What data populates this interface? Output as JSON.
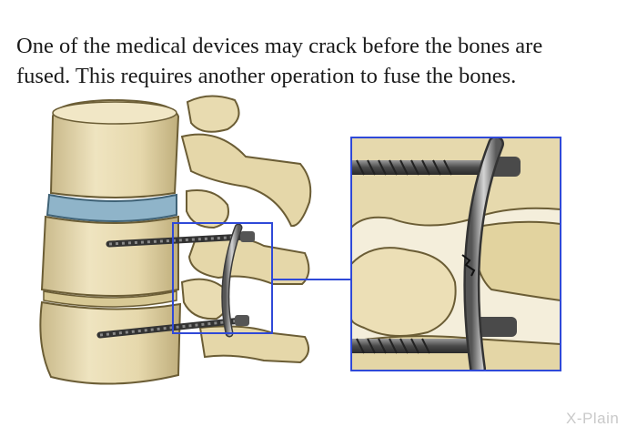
{
  "caption": {
    "line1": "One of the medical devices may crack before the bones are",
    "line2": "fused.  This requires another operation to fuse the bones."
  },
  "figure": {
    "subject": "spine-fusion-hardware-crack",
    "callout_color": "#2f49d8",
    "bone_color": "#e9dcb0",
    "disc_color": "#8fb4c9",
    "rod_color": "#8d8d8d"
  },
  "watermark": {
    "text": "X-Plain"
  }
}
